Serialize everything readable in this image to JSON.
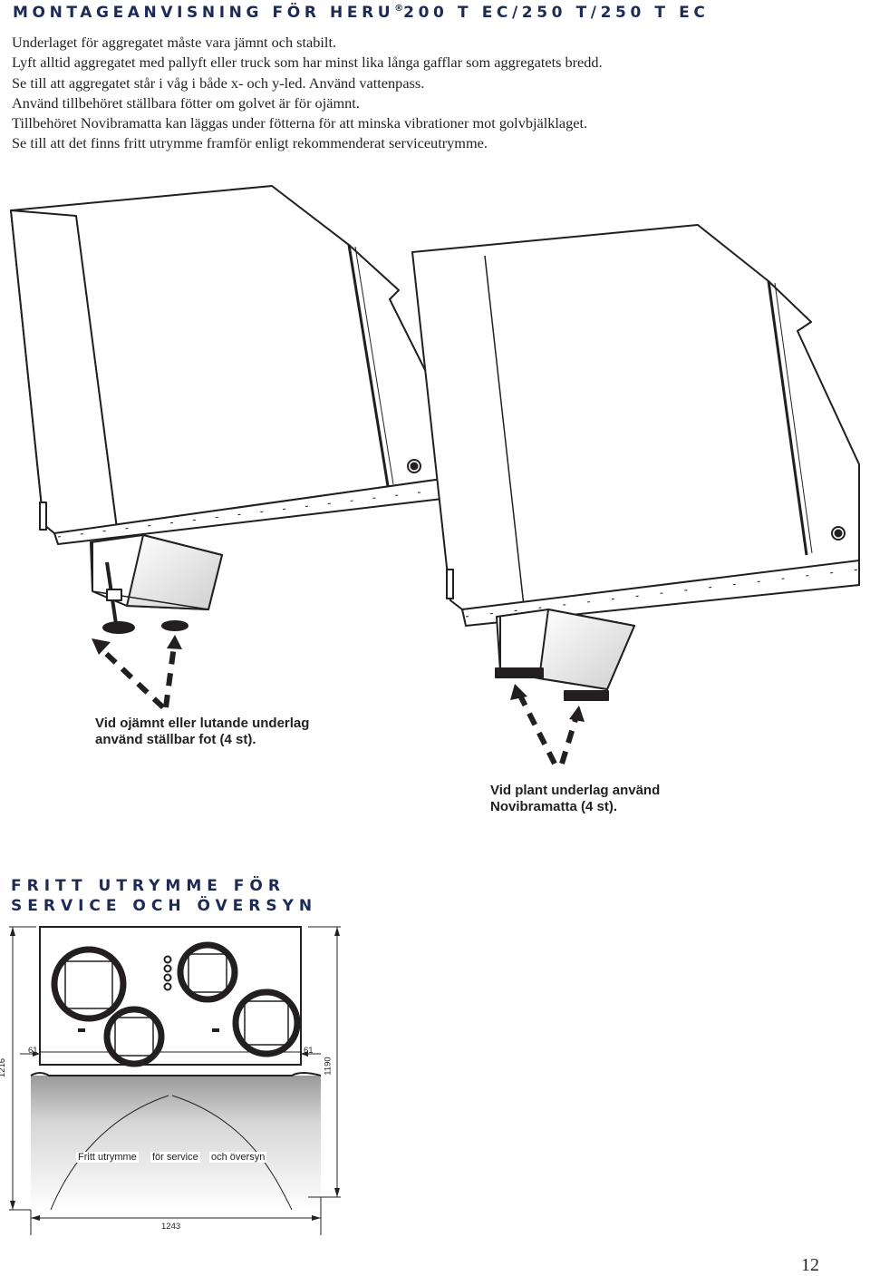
{
  "header": {
    "title": "MONTAGEANVISNING FÖR HERU",
    "registered_mark": "®",
    "title_suffix": "200 T EC/250 T/250 T EC"
  },
  "instructions": [
    "Underlaget för aggregatet måste vara jämnt och stabilt.",
    "Lyft alltid aggregatet med pallyft eller truck som har minst lika långa gafflar som aggregatets bredd.",
    "Se till att aggregatet står i våg i både x- och y-led. Använd vattenpass.",
    "Använd tillbehöret ställbara fötter om golvet är för ojämnt.",
    "Tillbehöret Novibramatta kan läggas under fötterna för att minska vibrationer mot golvbjälklaget.",
    "Se till att det finns fritt utrymme framför enligt rekommenderat serviceutrymme."
  ],
  "callouts": {
    "adjustable_feet": [
      "Vid ojämnt eller lutande underlag",
      "använd ställbar fot (4 st)."
    ],
    "novibra_mat": [
      "Vid plant underlag använd",
      "Novibramatta (4 st)."
    ]
  },
  "service_section": {
    "title_line1": "FRITT UTRYMME FÖR",
    "title_line2": "SERVICE OCH ÖVERSYN",
    "dimensions": {
      "total_depth": "1216",
      "side_left": "61",
      "side_right": "61",
      "unit_depth": "1190",
      "width": "1243"
    },
    "space_label": [
      "Fritt utrymme",
      "för service",
      "och översyn"
    ]
  },
  "footer": {
    "page_number": "12"
  }
}
